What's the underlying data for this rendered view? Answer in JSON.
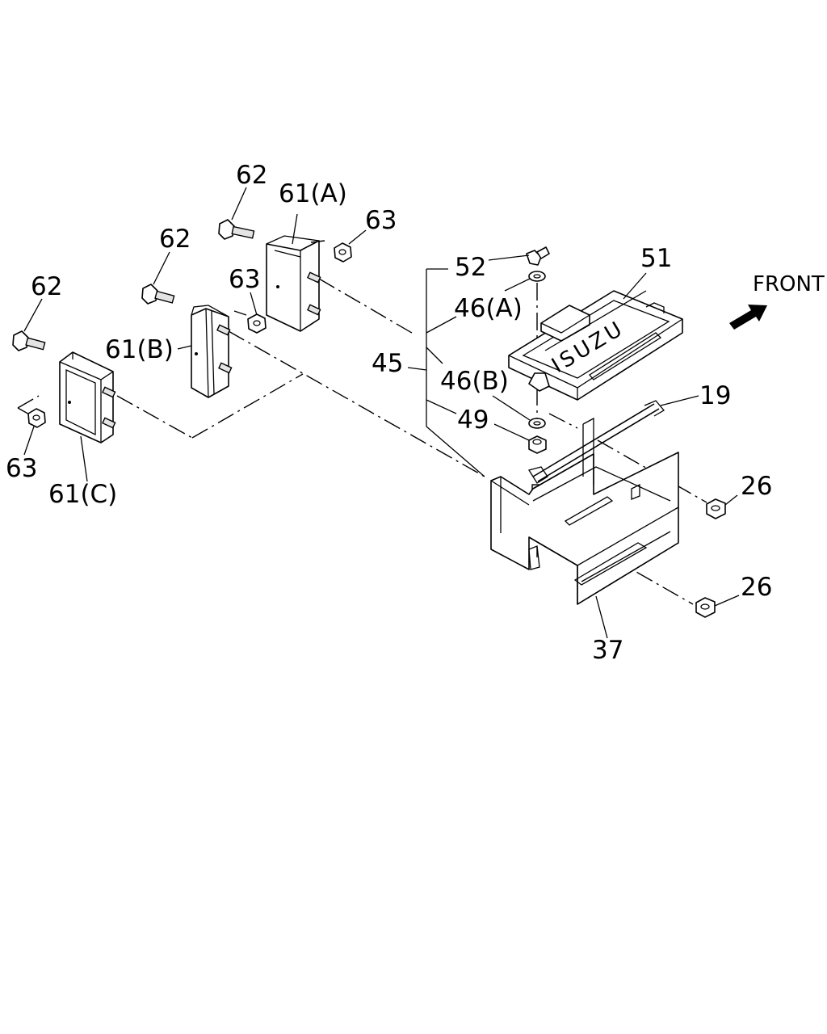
{
  "labels": {
    "front": "FRONT",
    "p62a": "62",
    "p61a": "61(A)",
    "p63a": "63",
    "p62b": "62",
    "p63b": "63",
    "p61b": "61(B)",
    "p62c": "62",
    "p63c": "63",
    "p61c": "61(C)",
    "p52": "52",
    "p46a": "46(A)",
    "p45": "45",
    "p46b": "46(B)",
    "p49": "49",
    "p51": "51",
    "p19": "19",
    "p26a": "26",
    "p26b": "26",
    "p37": "37",
    "cover_logo": "ISUZU"
  },
  "icons": {
    "front_arrow": "arrow-direction-icon"
  }
}
